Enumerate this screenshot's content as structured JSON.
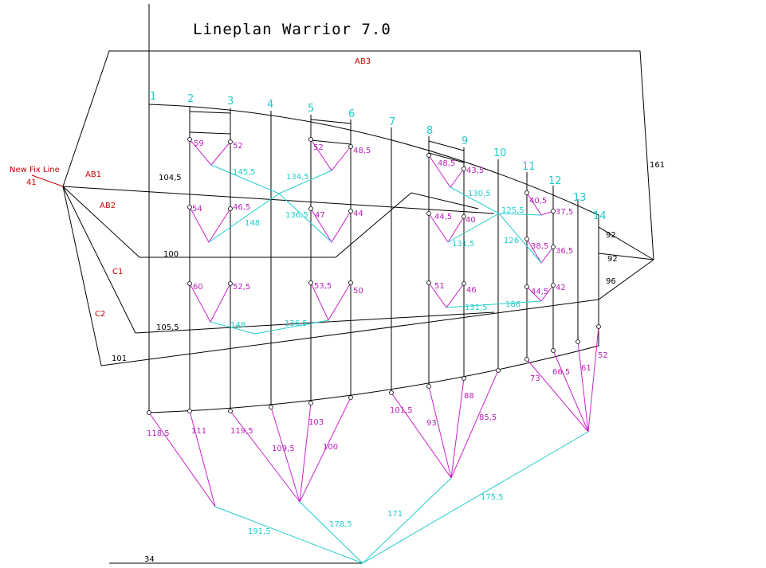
{
  "title": "Lineplan Warrior 7.0",
  "colors": {
    "outline": "#000000",
    "stations": "#22cccc",
    "magenta": "#cc22cc",
    "cyan": "#22cccc",
    "red": "#cc0000"
  },
  "red_labels": [
    "AB3",
    "New Fix Line",
    "41",
    "AB1",
    "AB2",
    "C1",
    "C2"
  ],
  "station_numbers": [
    "1",
    "2",
    "3",
    "4",
    "5",
    "6",
    "7",
    "8",
    "9",
    "10",
    "11",
    "12",
    "13",
    "14"
  ],
  "black_labels": [
    "104,5",
    "100",
    "105,5",
    "101",
    "161",
    "92",
    "92",
    "96",
    "34"
  ],
  "magenta_labels": [
    "59",
    "52",
    "52",
    "48,5",
    "48,5",
    "43,5",
    "40,5",
    "37,5",
    "54",
    "46,5",
    "47",
    "44",
    "44,5",
    "40",
    "38,5",
    "36,5",
    "60",
    "52,5",
    "53,5",
    "50",
    "51",
    "46",
    "44,5",
    "42",
    "118,5",
    "111",
    "119,5",
    "109,5",
    "100",
    "103",
    "101,5",
    "93",
    "88",
    "85,5",
    "73",
    "66,5",
    "61",
    "52"
  ],
  "cyan_labels": [
    "145,5",
    "134,5",
    "148",
    "136,5",
    "130,5",
    "125,5",
    "131,5",
    "126",
    "148",
    "136,5",
    "131,5",
    "186",
    "191,5",
    "178,5",
    "171",
    "175,5"
  ]
}
